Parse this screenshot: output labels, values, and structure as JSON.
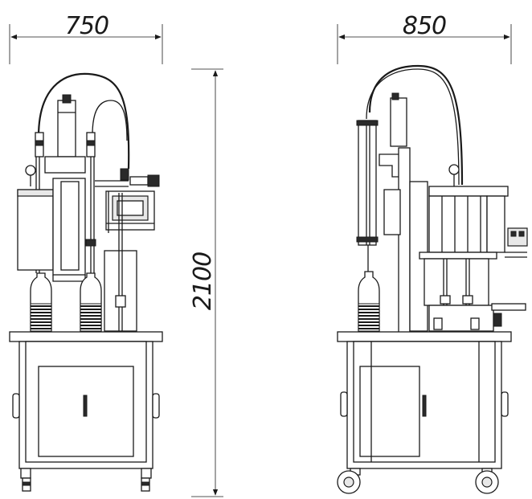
{
  "dimensions": {
    "front_width": "750",
    "side_width": "850",
    "height": "2100"
  },
  "colors": {
    "line": "#1a1a1a",
    "background": "#ffffff",
    "panel_fill": "#e8e8e8"
  }
}
